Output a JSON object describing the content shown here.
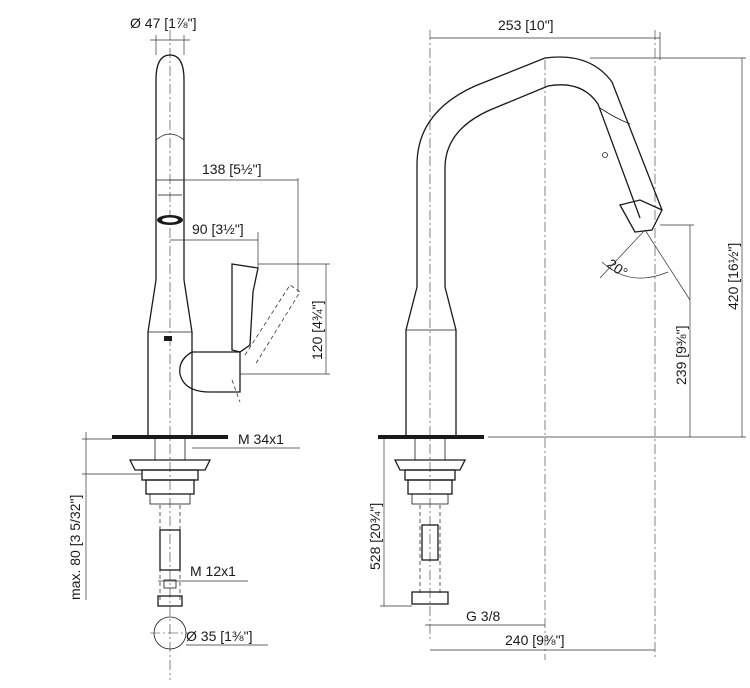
{
  "side_view": {
    "top_diameter": "Ø 47 [1⅞\"]",
    "spray_reach": "138 [5½\"]",
    "handle_offset": "90 [3½\"]",
    "handle_height": "120 [4¾\"]",
    "mount_thread": "M 34x1",
    "max_thickness": "max. 80 [3 5/32\"]",
    "hose_thread": "M 12x1",
    "hole_diameter": "Ø 35 [1⅜\"]"
  },
  "front_view": {
    "reach": "253 [10\"]",
    "overall_height": "420 [16½\"]",
    "spout_height": "239 [9⅜\"]",
    "spray_angle": "20°",
    "shank_length": "528 [20¾\"]",
    "connection_thread": "G 3/8",
    "hose_offset": "240 [9⅜\"]"
  }
}
